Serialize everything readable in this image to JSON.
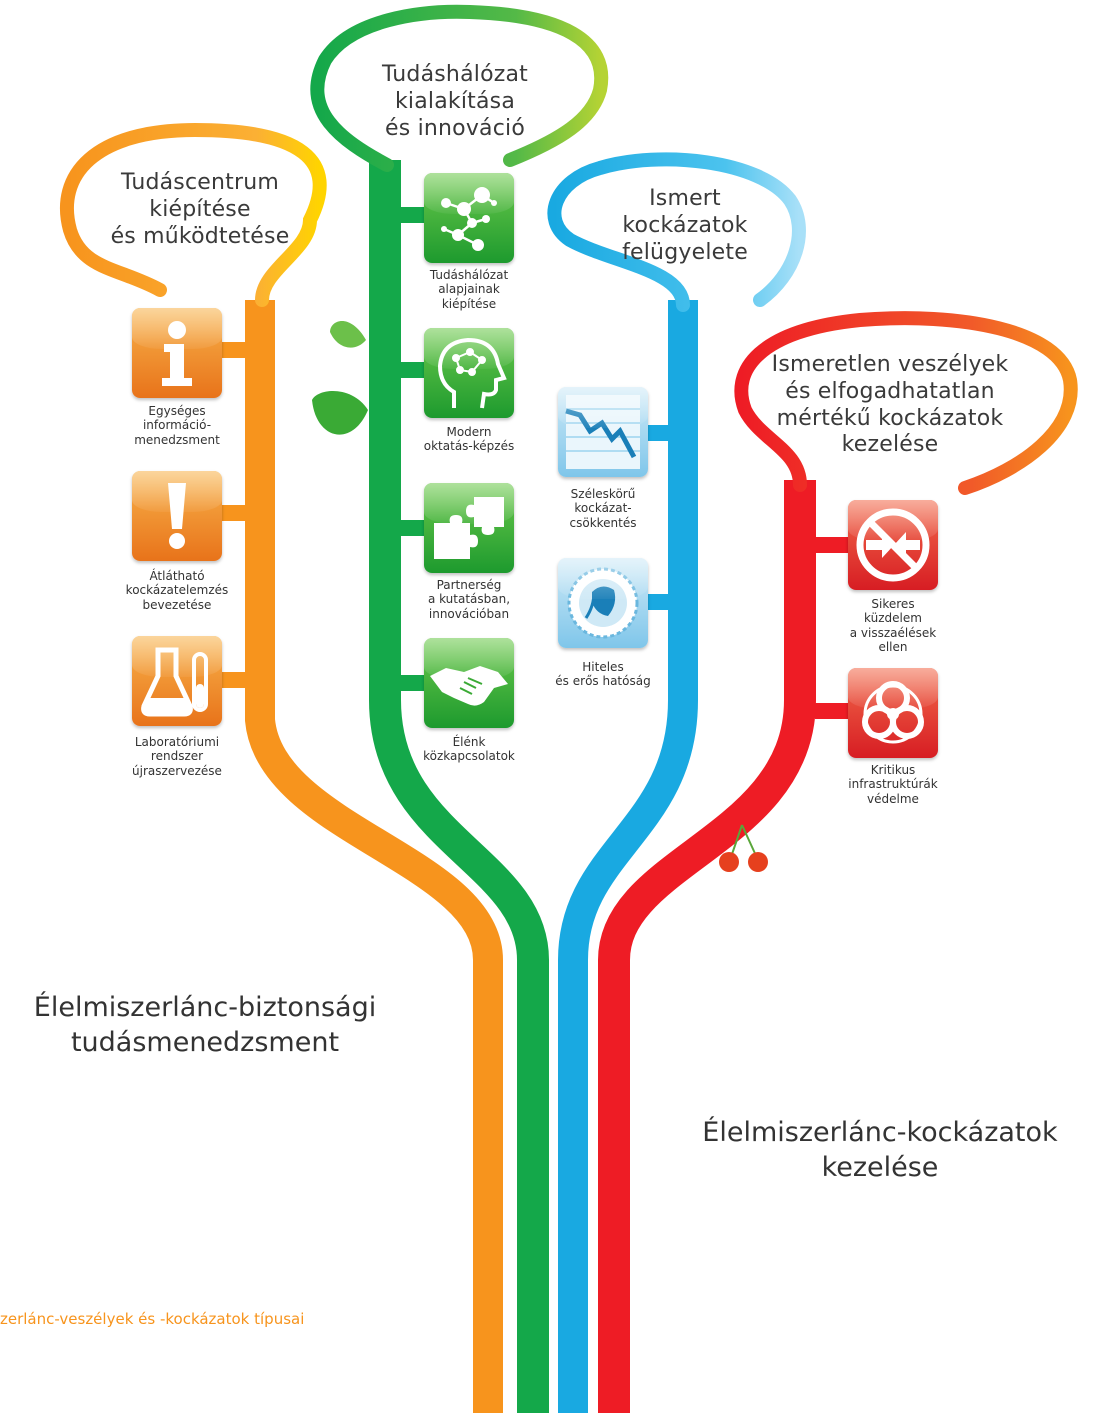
{
  "colors": {
    "orange": "#f7941d",
    "green": "#14a84a",
    "blue": "#19a9e1",
    "red": "#ee1c25"
  },
  "bubbles": {
    "knowledge_center": [
      "Tudáscentrum",
      "kiépítése",
      "és működtetése"
    ],
    "knowledge_network": [
      "Tudáshálózat",
      "kialakítása",
      "és innováció"
    ],
    "known_risks": [
      "Ismert",
      "kockázatok",
      "felügyelete"
    ],
    "unknown_hazards": [
      "Ismeretlen veszélyek",
      "és elfogadhatatlan",
      "mértékű kockázatok",
      "kezelése"
    ]
  },
  "orange_branch": [
    {
      "icon": "info-icon",
      "caption": [
        "Egységes",
        "információ-",
        "menedzsment"
      ]
    },
    {
      "icon": "exclamation-icon",
      "caption": [
        "Átlátható",
        "kockázatelemzés",
        "bevezetése"
      ]
    },
    {
      "icon": "laboratory-flask-icon",
      "caption": [
        "Laboratóriumi",
        "rendszer",
        "újraszervezése"
      ]
    }
  ],
  "green_branch": [
    {
      "icon": "network-molecule-icon",
      "caption": [
        "Tudáshálózat",
        "alapjainak",
        "kiépítése"
      ]
    },
    {
      "icon": "brain-head-icon",
      "caption": [
        "Modern",
        "oktatás-képzés"
      ]
    },
    {
      "icon": "puzzle-icon",
      "caption": [
        "Partnerség",
        "a kutatásban,",
        "innovációban"
      ]
    },
    {
      "icon": "handshake-icon",
      "caption": [
        "Élénk",
        "közkapcsolatok"
      ]
    }
  ],
  "blue_branch": [
    {
      "icon": "declining-chart-icon",
      "caption": [
        "Széleskörű",
        "kockázat-",
        "csökkentés"
      ]
    },
    {
      "icon": "authority-seal-icon",
      "caption": [
        "Hiteles",
        "és erős hatóság"
      ]
    }
  ],
  "red_branch": [
    {
      "icon": "no-entry-arrows-icon",
      "caption": [
        "Sikeres",
        "küzdelem",
        "a visszaélések",
        "ellen"
      ]
    },
    {
      "icon": "biohazard-icon",
      "caption": [
        "Kritikus",
        "infrastruktúrák",
        "védelme"
      ]
    }
  ],
  "left_title": [
    "Élelmiszerlánc-biztonsági",
    "tudásmenedzsment"
  ],
  "right_title": [
    "Élelmiszerlánc-kockázatok",
    "kezelése"
  ],
  "footer": "zerlánc-veszélyek és -kockázatok típusai"
}
